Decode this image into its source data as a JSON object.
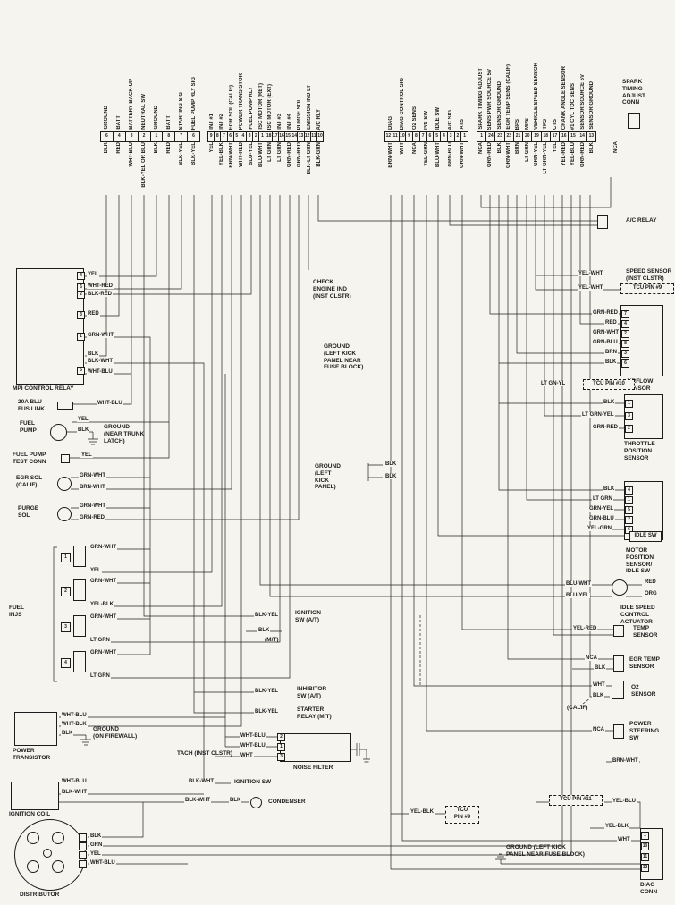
{
  "ecu": {
    "groups": [
      {
        "signals": [
          "GROUND",
          "BATT",
          "BATTERY BACK-UP",
          "NEUTRAL SW",
          "GROUND",
          "BATT",
          "STARTING SIG",
          "FUEL PUMP RLY SIG"
        ],
        "pins": [
          "6",
          "4",
          "3",
          "2",
          "1",
          "8",
          "7",
          "6"
        ],
        "wires": [
          "BLK",
          "RED",
          "WHT-BLU",
          "BLK-YEL OR BLU",
          "BLK",
          "RED",
          "BLK-YEL",
          "BLK-YEL"
        ]
      },
      {
        "signals": [
          "INJ #1",
          "INJ #2",
          "EGR SOL (CALIF)",
          "POWER TRANSISTOR",
          "FUEL PUMP RLY",
          "ISC MOTOR (RET)",
          "ISC MOTOR (EXT)",
          "INJ #3",
          "INJ #4",
          "PURGE SOL",
          "EMISSION IND LT",
          "A/C RLY"
        ],
        "pins": [
          "9",
          "8",
          "7",
          "6",
          "5",
          "4",
          "3",
          "2",
          "1",
          "18",
          "17",
          "16",
          "15",
          "14",
          "13",
          "12",
          "11",
          "10"
        ],
        "wires": [
          "YEL",
          "YEL-BLK",
          "BRN-WHT",
          "WHT-RED",
          "BLU-YEL",
          "BLU-WHT",
          "LT GRN",
          "LT GRN",
          "GRN-RED",
          "GRN-RED",
          "BLK-LT GRN",
          "BLK-GRN"
        ]
      },
      {
        "signals": [
          "DIAG",
          "DIAG CONTROL SIG",
          "O2 SENS",
          "P/S SW",
          "IDLE SW",
          "A/C SIG",
          "ATS"
        ],
        "pins": [
          "12",
          "11",
          "10",
          "9",
          "8",
          "7",
          "6",
          "5",
          "4",
          "3",
          "2",
          "1"
        ],
        "wires": [
          "BRN-WHT",
          "WHT",
          "NCA",
          "YEL-GRN",
          "BLU-WHT",
          "GRN-BLU",
          "GRN-WHT"
        ]
      },
      {
        "signals": [
          "SPARK TIMING ADJUST",
          "SENS PWR SOURCE 5V",
          "SENSOR GROUND",
          "EGR TEMP SENS (CALIF)",
          "BPS",
          "MPS",
          "VEHICLE SPEED SENSOR",
          "TPS",
          "CTS",
          "CRANK ANGLE SENSOR",
          "#1 CYL TDC SENS",
          "SENSOR SOURCE 5V",
          "SENSOR GROUND"
        ],
        "pins": [
          "1",
          "24",
          "23",
          "22",
          "21",
          "20",
          "19",
          "18",
          "17",
          "16",
          "15",
          "14",
          "13"
        ],
        "wires": [
          "NCA",
          "GRN-RED",
          "BLK",
          "GRN-WHT",
          "BRN",
          "LT GRN",
          "GRN-YEL",
          "LT GRN-YEL",
          "YEL",
          "YEL-RED",
          "YEL-BLU",
          "GRN-RED",
          "BLK"
        ]
      }
    ]
  },
  "left": {
    "mpi_relay": {
      "label": "MPI CONTROL RELAY",
      "pins": [
        "4",
        "6",
        "2",
        "3",
        "1",
        "5"
      ],
      "wires": [
        "YEL",
        "WHT-RED",
        "BLK-RED",
        "RED",
        "GRN-WHT",
        "BLK",
        "BLK-WHT",
        "WHT-BLU"
      ]
    },
    "fus_link": {
      "label": "20A BLU\nFUS LINK",
      "wire": "WHT-BLU"
    },
    "fuel_pump": {
      "label": "FUEL\nPUMP",
      "wire_top": "YEL",
      "wire_bottom": "BLK",
      "note": "GROUND\n(NEAR TRUNK\nLATCH)"
    },
    "fuel_pump_test": {
      "label": "FUEL PUMP\nTEST CONN",
      "wire": "YEL"
    },
    "egr_sol": {
      "label": "EGR SOL\n(CALIF)",
      "wire_top": "GRN-WHT",
      "wire_bottom": "BRN-WHT"
    },
    "purge_sol": {
      "label": "PURGE\nSOL",
      "wire_top": "GRN-WHT",
      "wire_bottom": "GRN-RED"
    },
    "fuel_injs": {
      "label": "FUEL\nINJS",
      "injectors": [
        {
          "num": "1",
          "wire_top": "GRN-WHT",
          "wire_bottom": "YEL"
        },
        {
          "num": "2",
          "wire_top": "GRN-WHT",
          "wire_bottom": "YEL-BLK"
        },
        {
          "num": "3",
          "wire_top": "GRN-WHT",
          "wire_bottom": "LT GRN"
        },
        {
          "num": "4",
          "wire_top": "GRN-WHT",
          "wire_bottom": "LT GRN"
        }
      ]
    },
    "power_transistor": {
      "label": "POWER\nTRANSISTOR",
      "wires": [
        "WHT-BLU",
        "WHT-BLK",
        "BLK"
      ],
      "note": "GROUND\n(ON FIREWALL)"
    },
    "ignition_coil": {
      "label": "IGNITION COIL",
      "wires": [
        "WHT-BLU",
        "BLK-WHT"
      ]
    },
    "distributor": {
      "label": "DISTRIBUTOR",
      "wires": [
        "BLK",
        "GRN",
        "YEL",
        "WHT-BLU"
      ]
    }
  },
  "center": {
    "check_engine": "CHECK\nENGINE IND\n(INST CLSTR)",
    "ground_fuse": "GROUND\n(LEFT KICK\nPANEL NEAR\nFUSE BLOCK)",
    "ground_kick": {
      "label": "GROUND\n(LEFT\nKICK\nPANEL)",
      "wires": [
        "BLK",
        "BLK"
      ]
    },
    "ignition_sw_at": {
      "wire": "BLK-YEL",
      "label": "IGNITION\nSW (A/T)",
      "alt_wire": "BLK",
      "alt_label": "(M/T)"
    },
    "inhibitor_sw": {
      "wire": "BLK-YEL",
      "label": "INHIBITOR\nSW (A/T)"
    },
    "starter_relay": {
      "wire": "BLK-YEL",
      "label": "STARTER\nRELAY (M/T)"
    },
    "noise_filter": {
      "label": "NOISE FILTER",
      "tach": "TACH (INST CLSTR)",
      "wires": [
        "WHT-BLU",
        "WHT-BLU",
        "WHT"
      ],
      "pins": [
        "2",
        "1",
        "3"
      ]
    },
    "ignition_sw": {
      "wire": "BLK-WHT",
      "label": "IGNITION SW"
    },
    "condenser": {
      "wire": "BLK-WHT",
      "wire2": "BLK",
      "label": "CONDENSER"
    },
    "tcu9": {
      "wire": "YEL-BLK",
      "label": "TCU\nPIN #9"
    }
  },
  "right": {
    "spark_conn": {
      "label": "SPARK\nTIMING\nADJUST\nCONN",
      "wire": "NCA"
    },
    "ac_relay": {
      "label": "A/C RELAY"
    },
    "speed_sensor": {
      "wire": "YEL-WHT",
      "label": "SPEED SENSOR\n(INST CLSTR)"
    },
    "tcu9": {
      "wire": "YEL-WHT",
      "label": "TCU PIN #9"
    },
    "airflow": {
      "label": "AIRFLOW\nSENSOR",
      "rows": [
        {
          "wire": "GRN-RED",
          "pin": "7"
        },
        {
          "wire": "RED",
          "pin": "4"
        },
        {
          "wire": "GRN-WHT",
          "pin": "2"
        },
        {
          "wire": "GRN-BLU",
          "pin": "8"
        },
        {
          "wire": "BRN",
          "pin": "3"
        },
        {
          "wire": "BLK",
          "pin": "6"
        }
      ]
    },
    "tcu10": {
      "label": "TCU PIN #10",
      "wire": "LT GN-YL"
    },
    "tps": {
      "label": "THROTTLE\nPOSITION\nSENSOR",
      "rows": [
        {
          "wire": "BLK",
          "pin": "1"
        },
        {
          "wire": "LT GRN-YEL",
          "pin": "3"
        },
        {
          "wire": "GRN-RED",
          "pin": "2"
        }
      ]
    },
    "motor_pos": {
      "label": "MOTOR\nPOSITION\nSENSOR/\nIDLE SW",
      "idle_label": "IDLE SW",
      "rows": [
        {
          "wire": "BLK",
          "pin": "4"
        },
        {
          "wire": "LT GRN",
          "pin": "1"
        },
        {
          "wire": "GRN-YEL",
          "pin": "5"
        },
        {
          "wire": "GRN-BLU",
          "pin": "2"
        },
        {
          "wire": "YEL-GRN",
          "pin": "6"
        }
      ]
    },
    "isc": {
      "label": "IDLE SPEED\nCONTROL\nACTUATOR",
      "rows": [
        {
          "left": "BLU-WHT",
          "right": "RED"
        },
        {
          "left": "BLU-YEL",
          "right": "ORG"
        }
      ]
    },
    "temp_sensor": {
      "wire": "YEL-RED",
      "label": "TEMP\nSENSOR"
    },
    "egr_temp": {
      "wire": "NCA",
      "wire2": "BLK",
      "label": "EGR TEMP\nSENSOR"
    },
    "o2": {
      "wire": "WHT",
      "wire2": "BLK",
      "note": "(CALIF)",
      "label": "O2\nSENSOR"
    },
    "ps_sw": {
      "wire": "NCA",
      "wire2": "BRN-WHT",
      "label": "POWER\nSTEERING\nSW"
    },
    "tcu11": {
      "label": "TCU PIN #11",
      "wire": "YEL-BLU"
    },
    "diag": {
      "label": "DIAG\nCONN",
      "wire": "YEL-BLK",
      "wire2": "WHT",
      "pins": [
        "1",
        "10",
        "11",
        "12"
      ],
      "ground": "GROUND (LEFT KICK\nPANEL NEAR FUSE BLOCK)"
    }
  }
}
